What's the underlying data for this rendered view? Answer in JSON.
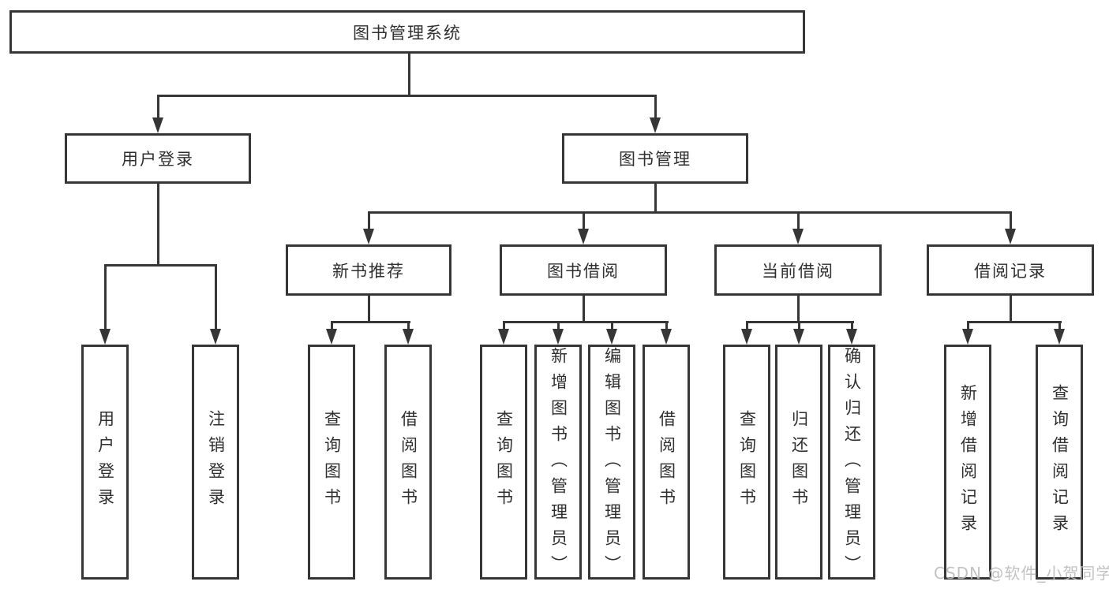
{
  "diagram_title": "图书管理系统",
  "nodes": {
    "root": "图书管理系统",
    "level2": [
      "用户登录",
      "图书管理"
    ],
    "level3": [
      "新书推荐",
      "图书借阅",
      "当前借阅",
      "借阅记录"
    ],
    "groups": {
      "user_login": [
        "用户登录",
        "注销登录"
      ],
      "new_book_recommend": [
        "查询图书",
        "借阅图书"
      ],
      "book_borrowing": [
        "查询图书",
        "新增图书（管理员）",
        "编辑图书（管理员）",
        "借阅图书"
      ],
      "current_borrowing": [
        "查询图书",
        "归还图书",
        "确认归还（管理员）"
      ],
      "borrowing_records": [
        "新增借阅记录",
        "查询借阅记录"
      ]
    }
  },
  "watermark": {
    "text": "CSDN @软件_小贺同学"
  },
  "colors": {
    "line": "#363636",
    "text": "#2f2f2f",
    "background": "#ffffff",
    "watermark": "#bbbbbb"
  }
}
